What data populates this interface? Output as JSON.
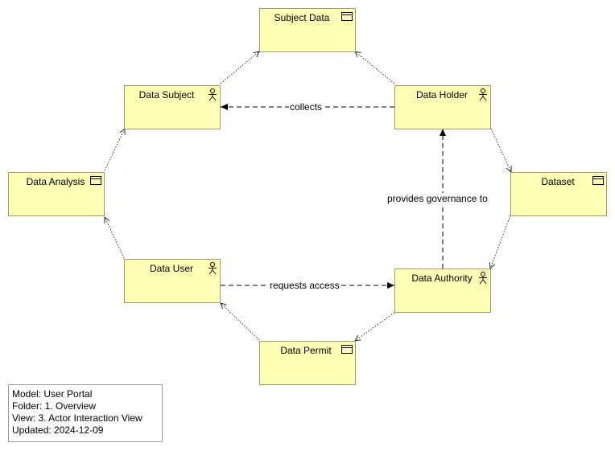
{
  "nodes": {
    "subject_data": {
      "label": "Subject Data",
      "icon": "artifact-icon"
    },
    "data_subject": {
      "label": "Data Subject",
      "icon": "actor-icon"
    },
    "data_holder": {
      "label": "Data Holder",
      "icon": "actor-icon"
    },
    "data_analysis": {
      "label": "Data Analysis",
      "icon": "artifact-icon"
    },
    "dataset": {
      "label": "Dataset",
      "icon": "artifact-icon"
    },
    "data_user": {
      "label": "Data User",
      "icon": "actor-icon"
    },
    "data_authority": {
      "label": "Data Authority",
      "icon": "actor-icon"
    },
    "data_permit": {
      "label": "Data Permit",
      "icon": "artifact-icon"
    }
  },
  "edges": {
    "collects": "collects",
    "provides_governance": "provides governance to",
    "requests_access": "requests access"
  },
  "meta": {
    "model": "Model: User Portal",
    "folder": "Folder: 1. Overview",
    "view": "View: 3. Actor Interaction View",
    "updated": "Updated: 2024-12-09"
  },
  "colors": {
    "node_fill": "#ffffb5",
    "node_border": "#9c9c6e"
  }
}
